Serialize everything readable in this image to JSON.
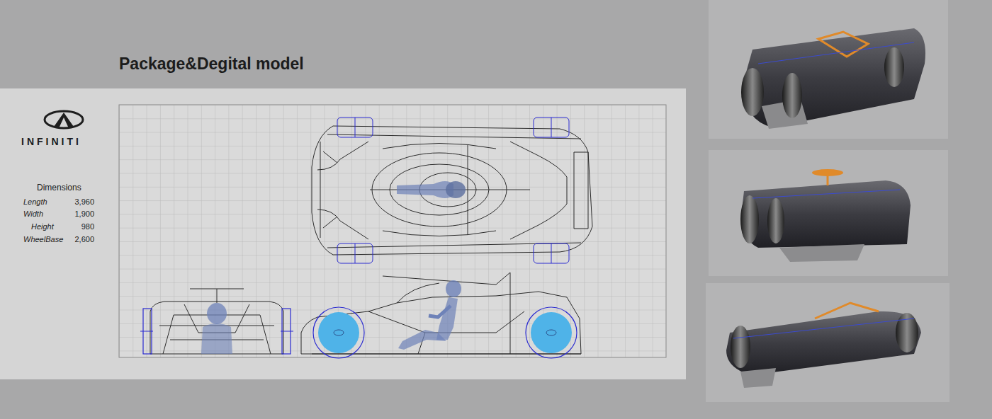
{
  "diagram": {
    "title": "Package&Degital model",
    "labels": [
      "INFINITI",
      "Dimensions",
      "Length",
      "3,960",
      "Width",
      "1,900",
      "Height",
      "980",
      "WheelBase",
      "2,600"
    ]
  }
}
